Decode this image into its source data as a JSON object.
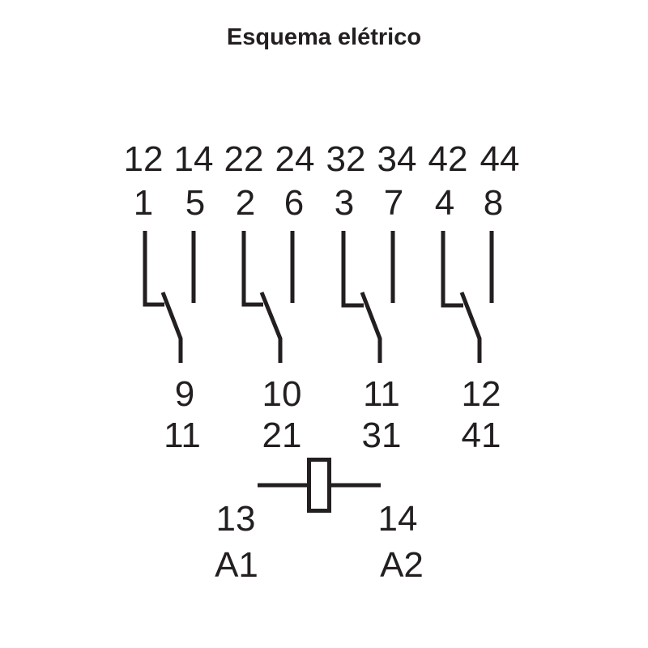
{
  "title": "Esquema elétrico",
  "colors": {
    "ink": "#231f20",
    "background": "#ffffff"
  },
  "top_labels": {
    "row1": [
      "12",
      "14",
      "22",
      "24",
      "32",
      "34",
      "42",
      "44"
    ],
    "row2": [
      "1",
      "5",
      "2",
      "6",
      "3",
      "7",
      "4",
      "8"
    ]
  },
  "common_labels": {
    "row1": [
      "9",
      "10",
      "11",
      "12"
    ],
    "row2": [
      "11",
      "21",
      "31",
      "41"
    ]
  },
  "coil": {
    "left": {
      "number": "13",
      "terminal": "A1"
    },
    "right": {
      "number": "14",
      "terminal": "A2"
    }
  },
  "contacts": [
    {
      "nc": "12",
      "no": "14",
      "com": "11"
    },
    {
      "nc": "22",
      "no": "24",
      "com": "21"
    },
    {
      "nc": "32",
      "no": "34",
      "com": "31"
    },
    {
      "nc": "42",
      "no": "44",
      "com": "41"
    }
  ]
}
